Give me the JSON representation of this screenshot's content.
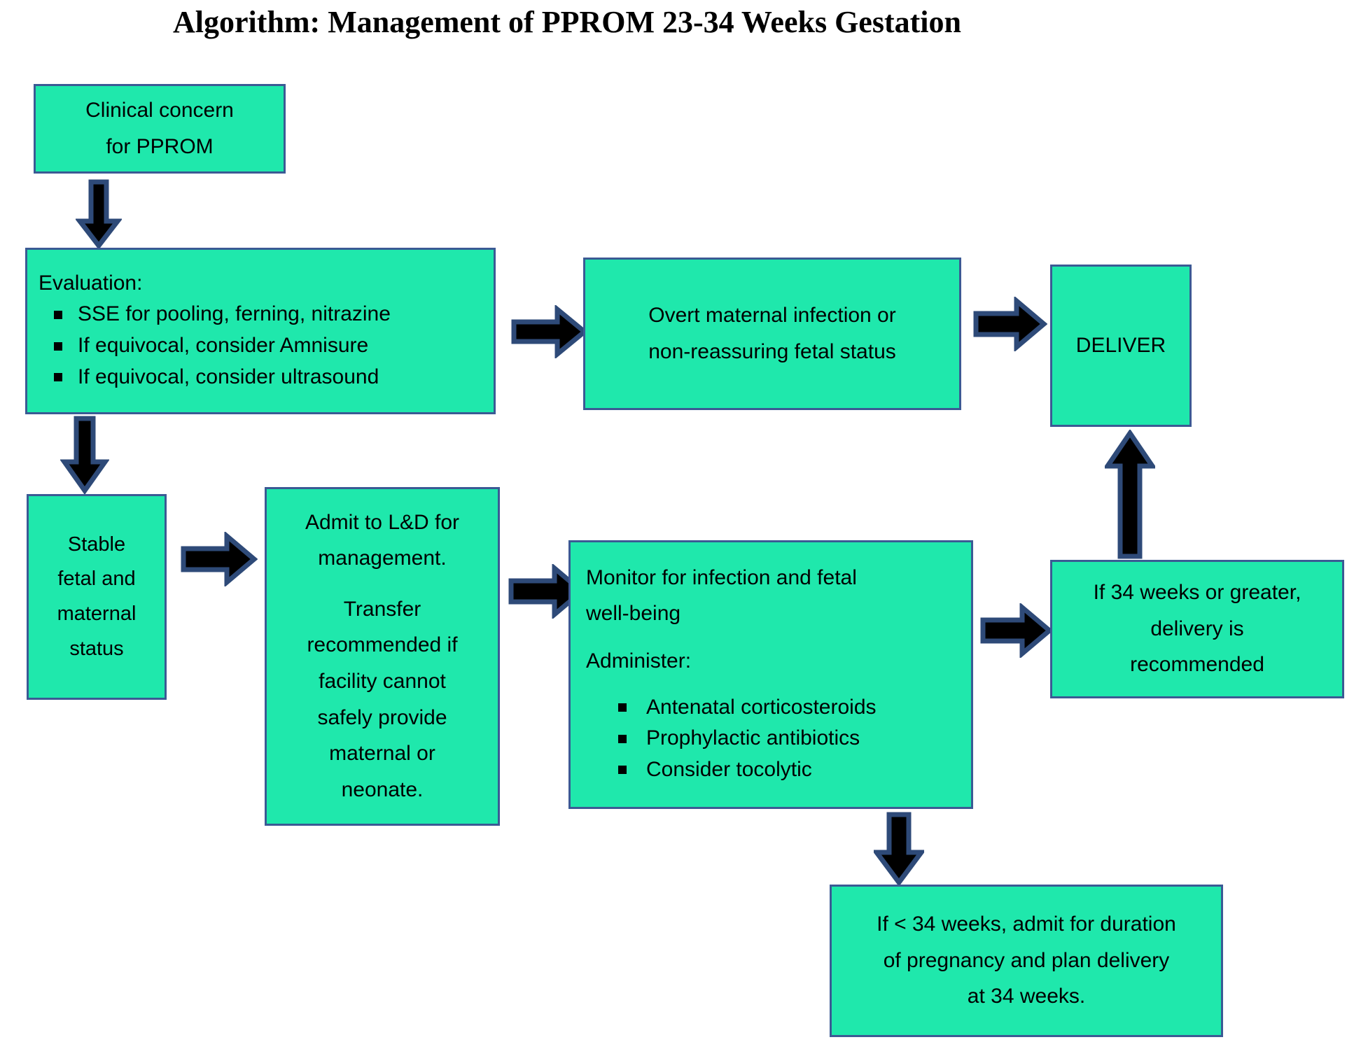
{
  "title": "Algorithm: Management of PPROM 23-34 Weeks Gestation",
  "colors": {
    "box_fill": "#1FE8AC",
    "box_border": "#3B5A94",
    "arrow_fill": "#000000",
    "arrow_outline": "#2E4A78",
    "text": "#000000",
    "background": "#FFFFFF"
  },
  "nodes": {
    "clinical_concern": {
      "lines": [
        "Clinical concern",
        "for PPROM"
      ]
    },
    "evaluation": {
      "heading": "Evaluation:",
      "bullets": [
        "SSE for pooling, ferning, nitrazine",
        "If equivocal, consider Amnisure",
        "If equivocal, consider ultrasound"
      ]
    },
    "overt_infection": {
      "lines": [
        "Overt maternal infection or",
        "non-reassuring fetal status"
      ]
    },
    "deliver": {
      "label": "DELIVER"
    },
    "stable_status": {
      "lines": [
        "Stable",
        "fetal and",
        "maternal",
        "status"
      ]
    },
    "admit_ld": {
      "para1": [
        "Admit to L&D for",
        "management."
      ],
      "para2": [
        "Transfer",
        "recommended if",
        "facility cannot",
        "safely provide",
        "maternal or",
        "neonate."
      ]
    },
    "monitor": {
      "lines": [
        "Monitor for infection and fetal",
        "well-being"
      ],
      "administer_heading": "Administer:",
      "bullets": [
        "Antenatal corticosteroids",
        "Prophylactic antibiotics",
        "Consider tocolytic"
      ]
    },
    "ge34_weeks": {
      "lines": [
        "If 34 weeks or greater,",
        "delivery is",
        "recommended"
      ]
    },
    "lt34_weeks": {
      "lines": [
        "If < 34 weeks, admit for duration",
        "of pregnancy and plan delivery",
        "at 34 weeks."
      ]
    }
  },
  "arrows": [
    {
      "name": "arrow-clinical-to-evaluation",
      "direction": "down"
    },
    {
      "name": "arrow-evaluation-to-overt",
      "direction": "right"
    },
    {
      "name": "arrow-overt-to-deliver",
      "direction": "right"
    },
    {
      "name": "arrow-evaluation-to-stable",
      "direction": "down"
    },
    {
      "name": "arrow-stable-to-admit",
      "direction": "right"
    },
    {
      "name": "arrow-admit-to-monitor",
      "direction": "right"
    },
    {
      "name": "arrow-monitor-to-ge34",
      "direction": "right"
    },
    {
      "name": "arrow-ge34-to-deliver",
      "direction": "up"
    },
    {
      "name": "arrow-monitor-to-lt34",
      "direction": "down"
    }
  ]
}
